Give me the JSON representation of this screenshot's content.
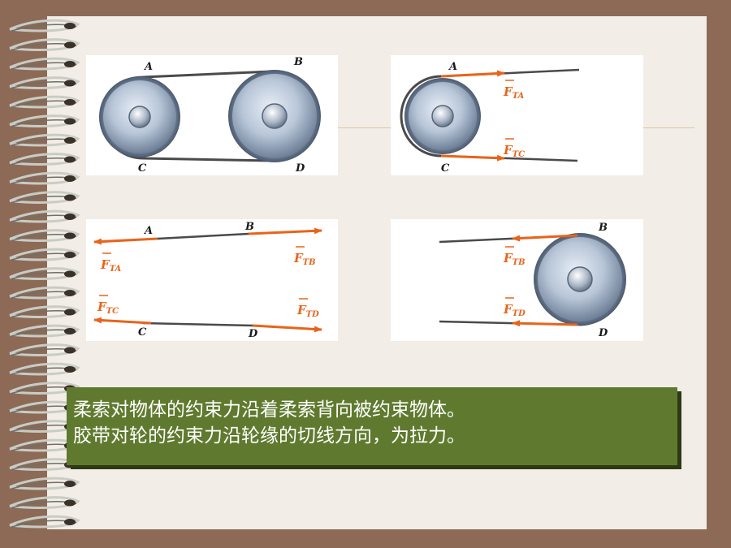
{
  "panel1": {
    "labels": {
      "a": "A",
      "b": "B",
      "c": "C",
      "d": "D"
    }
  },
  "panel2": {
    "labels": {
      "a": "A",
      "c": "C"
    },
    "forces": {
      "fta": {
        "sym": "F",
        "sub": "TA"
      },
      "ftc": {
        "sym": "F",
        "sub": "TC"
      }
    }
  },
  "panel3": {
    "labels": {
      "a": "A",
      "b": "B",
      "c": "C",
      "d": "D"
    },
    "forces": {
      "fta": {
        "sym": "F",
        "sub": "TA"
      },
      "ftb": {
        "sym": "F",
        "sub": "TB"
      },
      "ftc": {
        "sym": "F",
        "sub": "TC"
      },
      "ftd": {
        "sym": "F",
        "sub": "TD"
      }
    }
  },
  "panel4": {
    "labels": {
      "b": "B",
      "d": "D"
    },
    "forces": {
      "ftb": {
        "sym": "F",
        "sub": "TB"
      },
      "ftd": {
        "sym": "F",
        "sub": "TD"
      }
    }
  },
  "note": {
    "line1": "柔索对物体的约束力沿着柔索背向被约束物体。",
    "line2": "胶带对轮的约束力沿轮缘的切线方向，为拉力。"
  },
  "colors": {
    "force": "#e8641a",
    "belt": "#4a4a4a",
    "note_bg": "#5f7a2e",
    "frame": "#8c6a56"
  }
}
